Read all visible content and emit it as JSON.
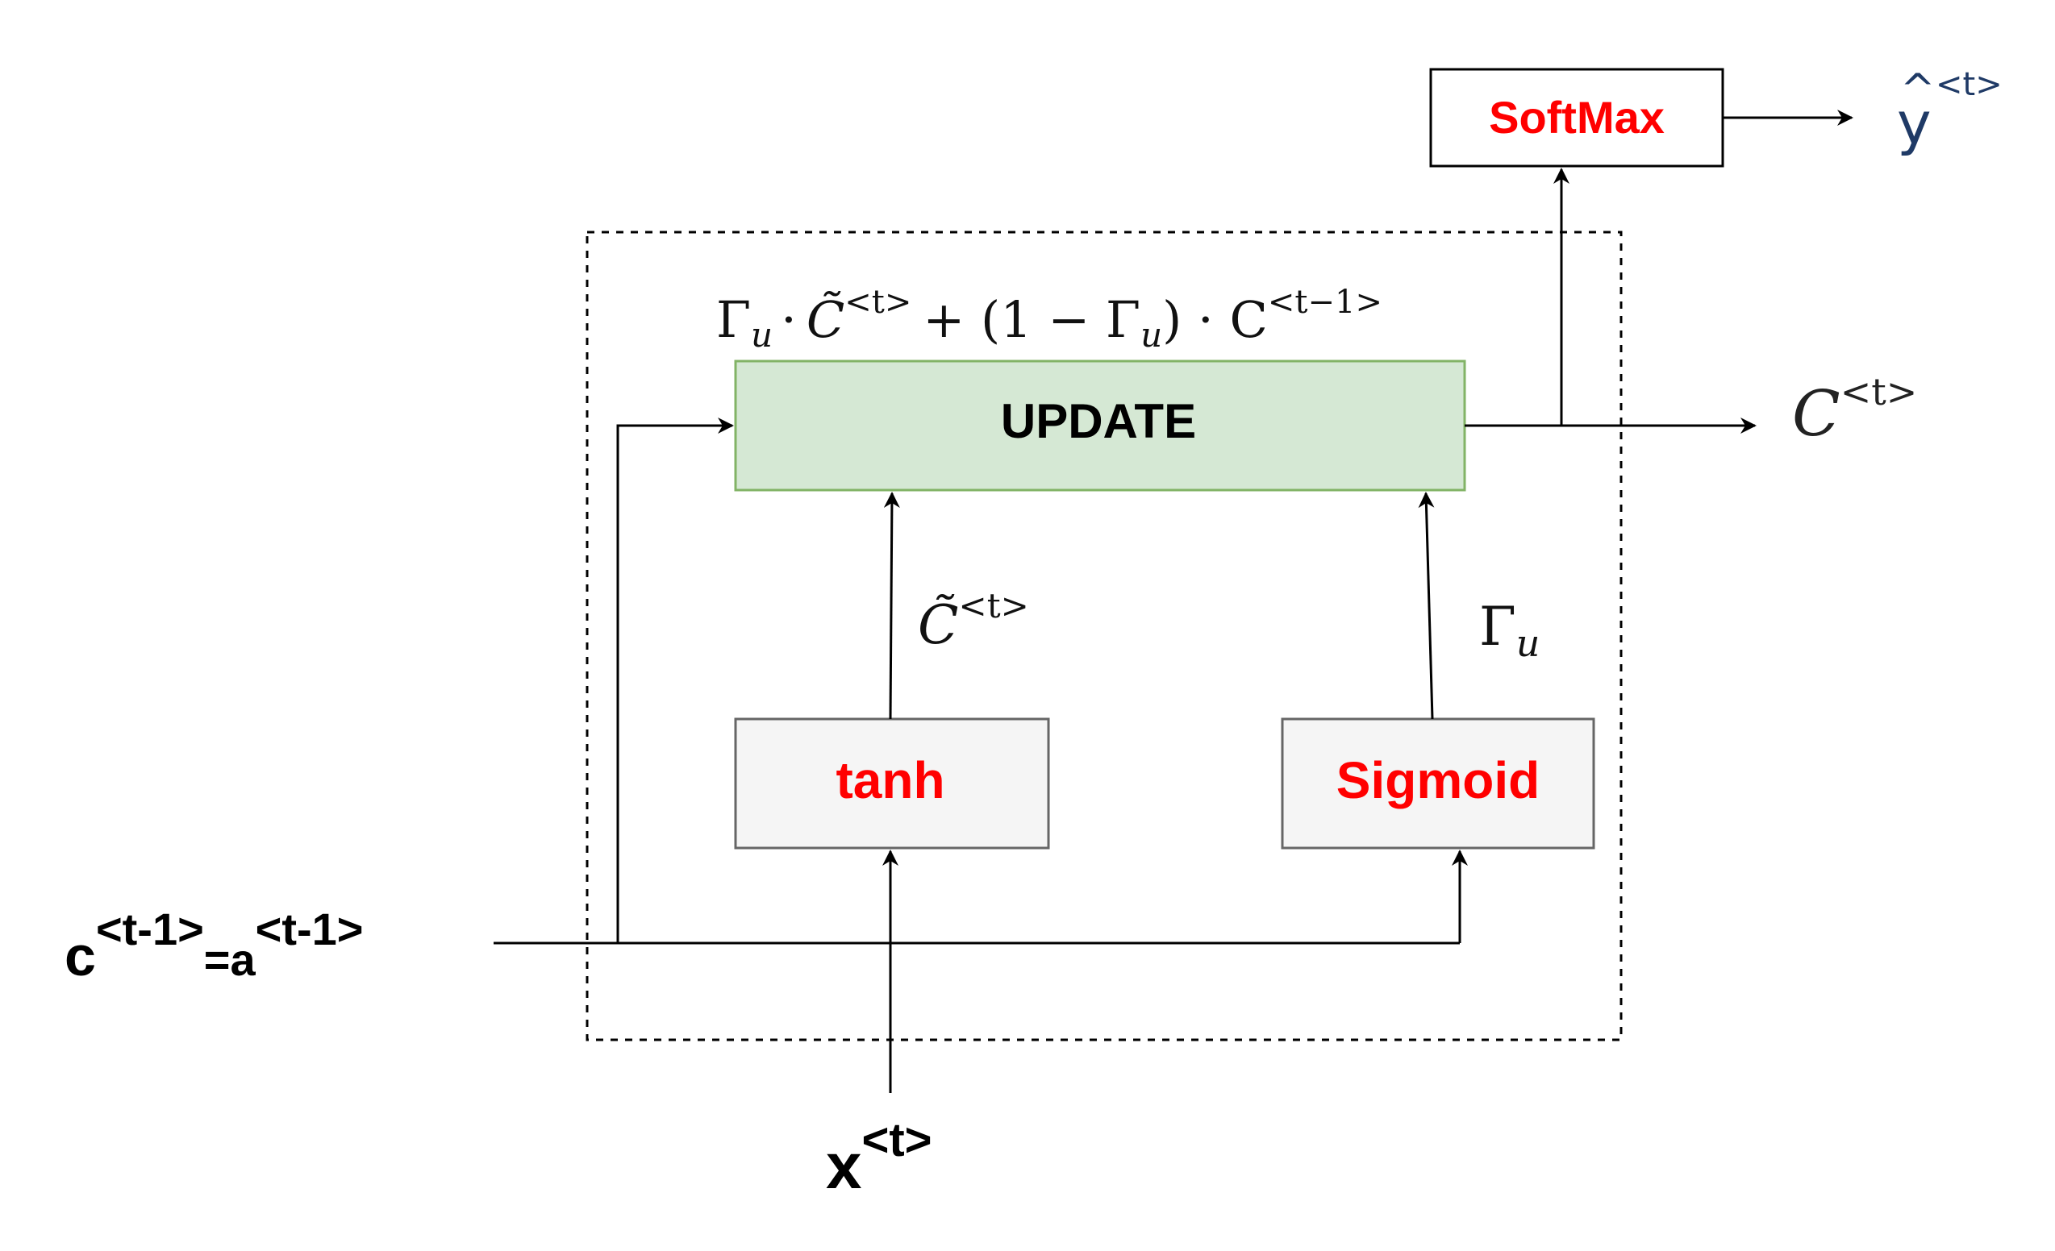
{
  "colors": {
    "gate_text": "#ff0000",
    "update_fill": "#d5e8d4",
    "update_stroke": "#82b366",
    "gate_fill": "#f5f5f5",
    "gate_stroke": "#666666",
    "handwriting": "#1f3a66"
  },
  "boxes": {
    "softmax": "SoftMax",
    "update": "UPDATE",
    "tanh": "tanh",
    "sigmoid": "Sigmoid"
  },
  "formula": {
    "gamma": "Γ",
    "u": "u",
    "dot": "·",
    "c_tilde": "C̃",
    "sup_t": "<t>",
    "plus_open": "+ (1 − Γ",
    "close_dot": ") · C",
    "sup_t_minus_1": "<t−1>"
  },
  "labels": {
    "c_tilde_label": "C̃",
    "c_tilde_sup": "<t>",
    "gamma_label": "Γ",
    "gamma_sub": "u",
    "c_out": "C",
    "c_out_sup": "<t>",
    "input_c": "c",
    "input_c_sup": "<t-1>",
    "input_eq_a": "=a",
    "input_a_sup": "<t-1>",
    "x_input": "x",
    "x_input_sup": "<t>",
    "y_hat_caret": "^",
    "y_hat": "y",
    "y_hat_sup": "<t>"
  }
}
